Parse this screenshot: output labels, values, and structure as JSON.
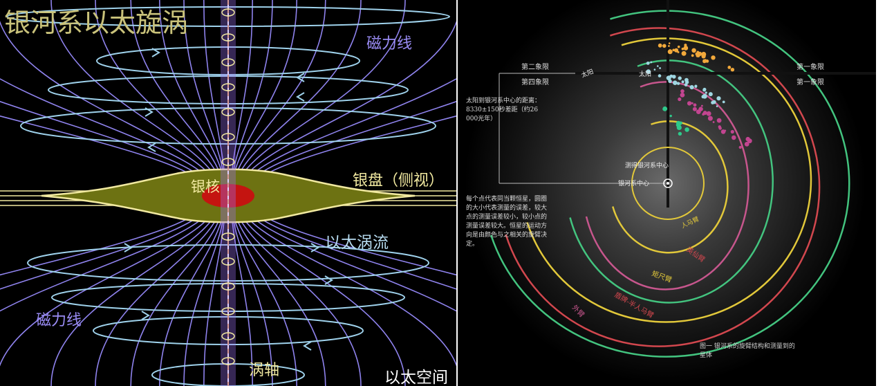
{
  "left_diagram": {
    "title": "银河系以太旋涡",
    "label_field_lines_top": "磁力线",
    "label_field_lines_bottom": "磁力线",
    "label_disk": "银盘（侧视）",
    "label_core": "银核",
    "label_ether_vortex": "以太涡流",
    "label_vortex_axis": "涡轴",
    "label_ether_space": "以太空间",
    "colors": {
      "background": "#000000",
      "title": "#c9c27a",
      "field_lines": "#8f83ee",
      "ether_rings": "#9fd2ec",
      "disk_fill": "#6d7212",
      "disk_outline": "#f1e9a0",
      "core": "#c41410",
      "axis": "#d77b50"
    }
  },
  "right_diagram": {
    "quadrant_2": "第二象限",
    "quadrant_1": "第一象限",
    "quadrant_3": "第四象限",
    "quadrant_4": "第一象限",
    "sun_label": "太阳",
    "axis_tick": "太阳",
    "note_distance": "太阳到银河系中心的距离：8330±150秒差距（约26 000光年）",
    "note_stars": "每个点代表同当颗恒星，圆圈的大小代表测量的误差，较大点的测量误差较小，较小点的测量误差较大。恒星的运动方向是由颜色与之相关的旋臂决定。",
    "center_label_1": "测得银河系中心",
    "center_label_2": "银河系中心",
    "arm_label_1": "英仙臂",
    "arm_label_2": "盾牌-半人马臂",
    "arm_label_3": "矩尺臂",
    "arm_label_4": "外臂",
    "arm_label_5": "人马臂",
    "caption": "图一 银河系的旋臂结构和测量到的星体",
    "colors": {
      "background": "#000000",
      "arm_outer": "#43c47f",
      "arm_red": "#d2474e",
      "arm_yellow": "#e2c83a",
      "arm_orange": "#e6a245",
      "arm_pink": "#c7568d",
      "stars_orange": "#f2a93b",
      "stars_cyan": "#9fd7e2",
      "stars_green": "#2ec98b",
      "stars_magenta": "#c24590"
    }
  }
}
